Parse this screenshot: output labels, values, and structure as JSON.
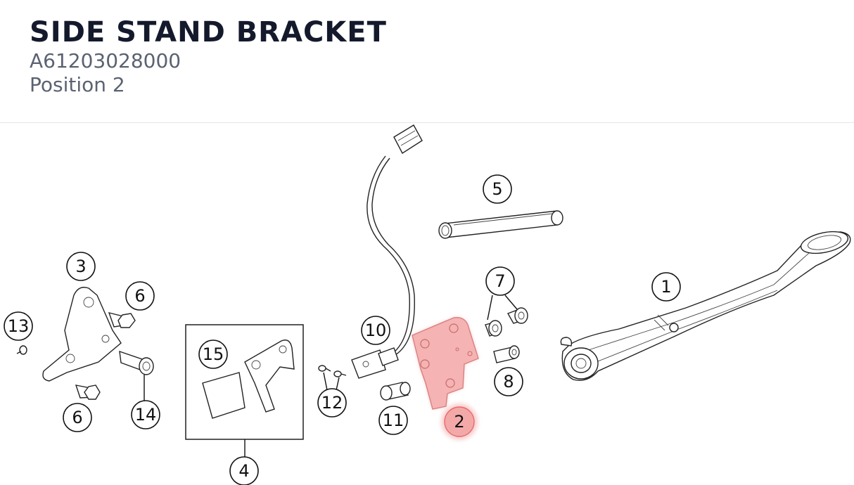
{
  "header": {
    "title": "SIDE STAND BRACKET",
    "part_number": "A61203028000",
    "position": "Position 2"
  },
  "diagram": {
    "highlight_color": "#f4a9a9",
    "callouts": {
      "c1": "1",
      "c2": "2",
      "c3": "3",
      "c4": "4",
      "c5": "5",
      "c6a": "6",
      "c6b": "6",
      "c7": "7",
      "c8": "8",
      "c10": "10",
      "c11": "11",
      "c12": "12",
      "c13": "13",
      "c14": "14",
      "c15": "15"
    }
  }
}
